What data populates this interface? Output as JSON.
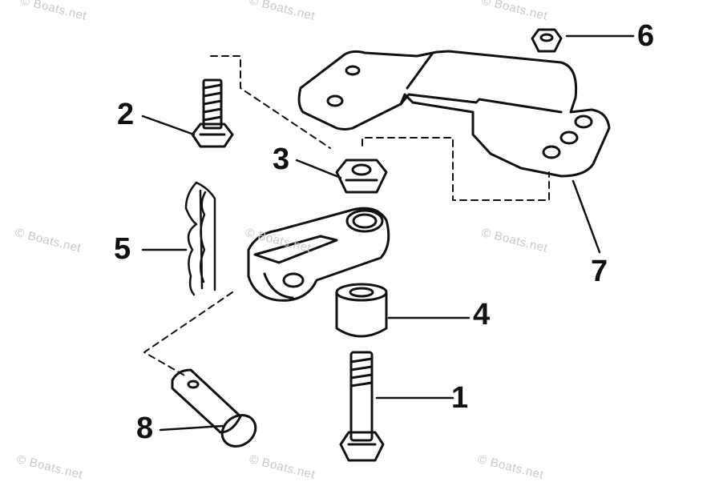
{
  "watermark": "© Boats.net",
  "callouts": {
    "c1": "1",
    "c2": "2",
    "c3": "3",
    "c4": "4",
    "c5": "5",
    "c6": "6",
    "c7": "7",
    "c8": "8"
  }
}
